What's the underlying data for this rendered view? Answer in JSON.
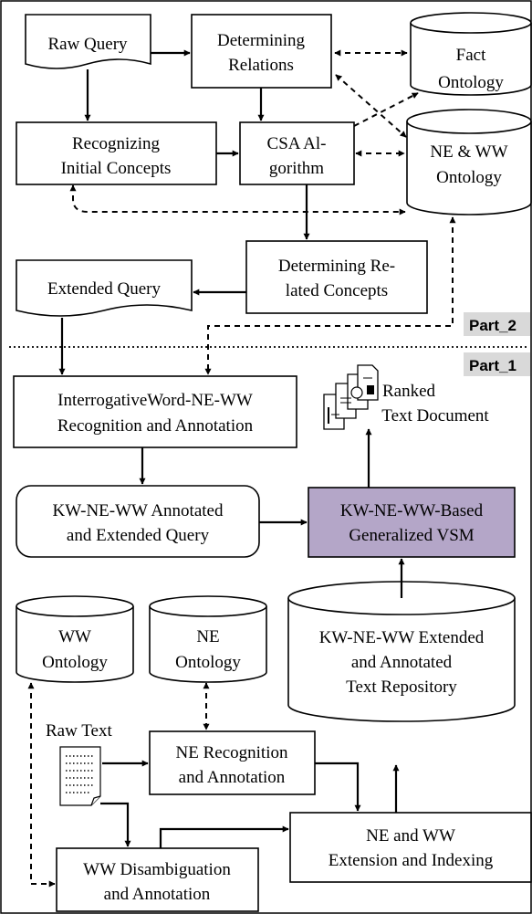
{
  "parts": {
    "part2": "Part_2",
    "part1": "Part_1"
  },
  "nodes": {
    "raw_query": [
      "Raw Query"
    ],
    "determining_relations": [
      "Determining",
      "Relations"
    ],
    "fact_ontology": [
      "Fact",
      "Ontology"
    ],
    "recognizing_initial": [
      "Recognizing",
      "Initial Concepts"
    ],
    "csa_algorithm": [
      "CSA Al-",
      "gorithm"
    ],
    "ne_ww_ontology": [
      "NE & WW",
      "Ontology"
    ],
    "extended_query": [
      "Extended Query"
    ],
    "determining_related": [
      "Determining Re-",
      "lated Concepts"
    ],
    "interrogative": [
      "InterrogativeWord-NE-WW",
      "Recognition and Annotation"
    ],
    "ranked_docs": [
      "Ranked",
      "Text Document"
    ],
    "annotated_query": [
      "KW-NE-WW Annotated",
      "and Extended Query"
    ],
    "vsm": [
      "KW-NE-WW-Based",
      "Generalized VSM"
    ],
    "ww_ontology": [
      "WW",
      "Ontology"
    ],
    "ne_ontology": [
      "NE",
      "Ontology"
    ],
    "repository": [
      "KW-NE-WW Extended",
      "and Annotated",
      "Text Repository"
    ],
    "raw_text": [
      "Raw Text"
    ],
    "ne_recognition": [
      "NE Recognition",
      "and Annotation"
    ],
    "ne_ww_extension": [
      "NE and WW",
      "Extension and Indexing"
    ],
    "ww_disambiguation": [
      "WW Disambiguation",
      "and Annotation"
    ]
  },
  "colors": {
    "vsm_fill": "#b4a6c8",
    "part_label_bg": "#d9d9d9"
  }
}
